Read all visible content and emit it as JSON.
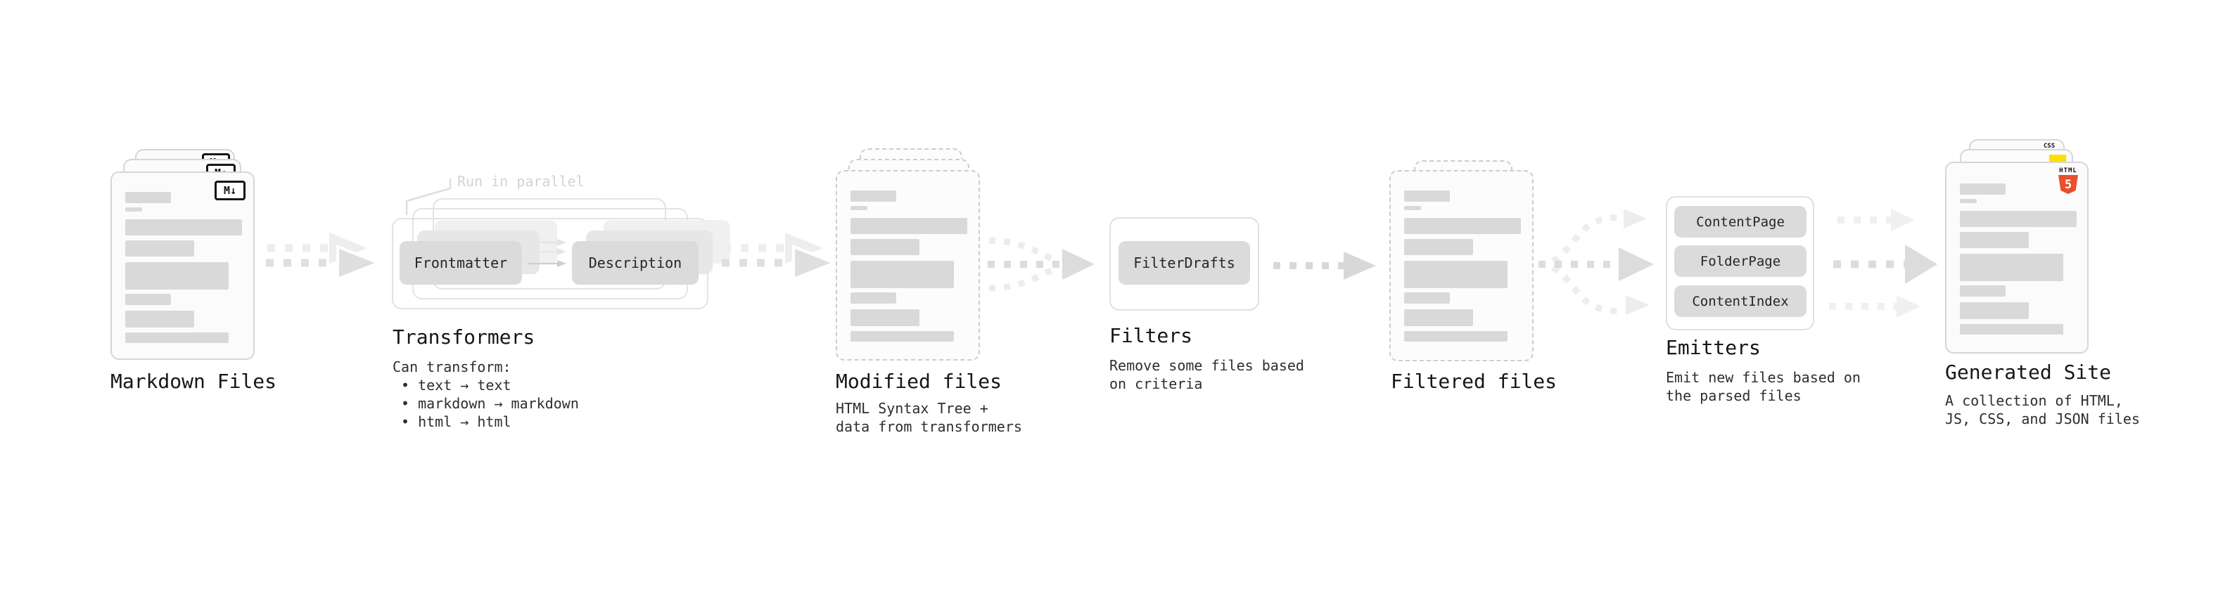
{
  "markdown": {
    "label": "Markdown Files",
    "badge": "M↓"
  },
  "transformers": {
    "annotation": "Run in parallel",
    "label": "Transformers",
    "chip_frontmatter": "Frontmatter",
    "chip_description": "Description",
    "desc_heading": "Can transform:",
    "bullets": [
      "• text → text",
      "• markdown → markdown",
      "• html → html"
    ]
  },
  "modified": {
    "label": "Modified files",
    "desc_line1": "HTML Syntax Tree +",
    "desc_line2": "data from transformers"
  },
  "filters": {
    "label": "Filters",
    "chip": "FilterDrafts",
    "desc_line1": "Remove some files based",
    "desc_line2": "on criteria"
  },
  "filtered": {
    "label": "Filtered files"
  },
  "emitters": {
    "label": "Emitters",
    "chips": [
      "ContentPage",
      "FolderPage",
      "ContentIndex"
    ],
    "desc_line1": "Emit new files based on",
    "desc_line2": "the parsed files"
  },
  "generated": {
    "label": "Generated Site",
    "desc_line1": "A collection of HTML,",
    "desc_line2": "JS, CSS, and JSON files",
    "badge_css": "CSS",
    "badge_html": "HTML",
    "badge_html_number": "5"
  },
  "colors": {
    "bar": "#d9d9d9",
    "chip_bg": "#dbdbdb",
    "arrow": "#dedede",
    "arrow_light": "#ededed",
    "annotation_text": "#d3d3d3",
    "html5_orange": "#e8502c",
    "js_yellow": "#ffdf00",
    "css_blue": "#2d6bf0"
  }
}
